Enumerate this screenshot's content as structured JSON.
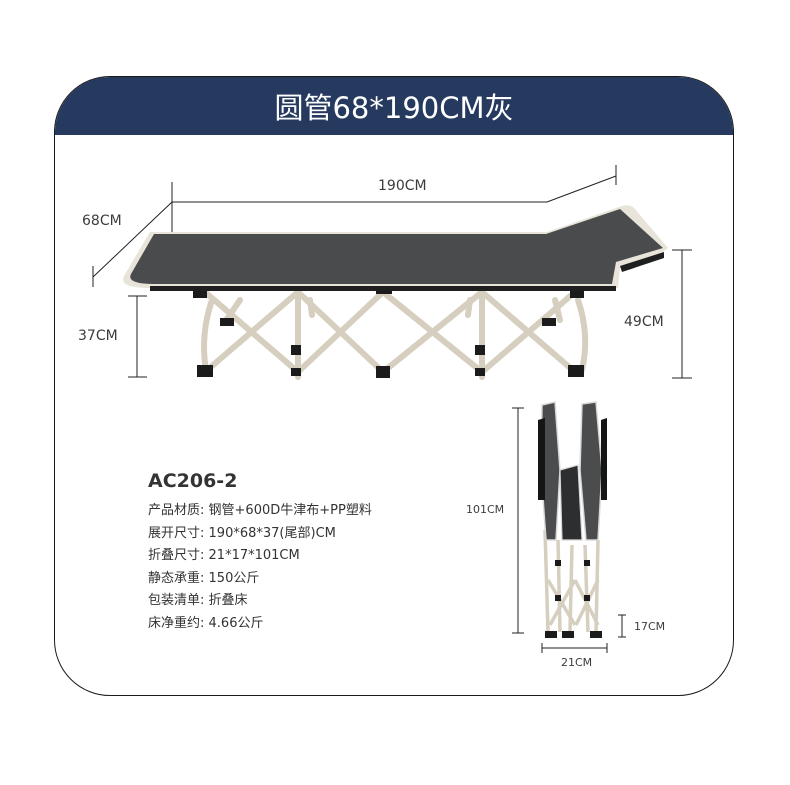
{
  "header": {
    "title": "圆管68*190CM灰",
    "background_color": "#263a60",
    "text_color": "#ffffff"
  },
  "unfolded_bed": {
    "dimensions": {
      "length": "190CM",
      "width": "68CM",
      "leg_height": "37CM",
      "head_height": "49CM"
    },
    "fabric_color": "#4a4b4d",
    "frame_color": "#d9d2c3"
  },
  "folded_bed": {
    "dimensions": {
      "height": "101CM",
      "depth": "17CM",
      "width": "21CM"
    }
  },
  "specs": {
    "model": "AC206-2",
    "rows": [
      {
        "label": "产品材质:",
        "value": "钢管+600D牛津布+PP塑料"
      },
      {
        "label": "展开尺寸:",
        "value": "190*68*37(尾部)CM"
      },
      {
        "label": "折叠尺寸:",
        "value": "21*17*101CM"
      },
      {
        "label": "静态承重:",
        "value": "150公斤"
      },
      {
        "label": "包装清单:",
        "value": "折叠床"
      },
      {
        "label": "床净重约:",
        "value": "4.66公斤"
      }
    ]
  }
}
